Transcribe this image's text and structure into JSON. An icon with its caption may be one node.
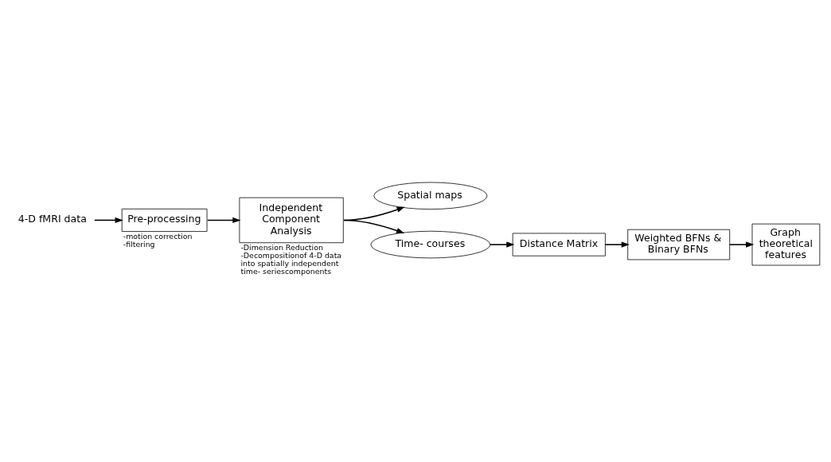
{
  "diagram": {
    "nodes": [
      {
        "text": [
          "4-D fMRI data"
        ]
      },
      {
        "text": [
          "Pre-processing"
        ],
        "beside": [
          "-motion correction",
          "-filtering"
        ]
      },
      {
        "text": [
          "Independent Component Analysis"
        ],
        "beside": [
          "-Dimension Reduction",
          "-Decompositionof 4-D data into spatially independent time- seriescomponents"
        ]
      },
      {
        "text": [
          "Spatial maps"
        ]
      },
      {
        "text": [
          "Time- courses"
        ]
      },
      {
        "text": [
          "Distance Matrix"
        ]
      },
      {
        "text": [
          "Weighted BFNs & Binary BFNs"
        ]
      },
      {
        "text": [
          "Graph theoretical features"
        ]
      }
    ],
    "edges": [
      {
        "from": 0,
        "to": 1,
        "arrow": "to"
      },
      {
        "from": 1,
        "to": 2,
        "arrow": "to"
      },
      {
        "from": 2,
        "to": 3,
        "arrow": "to"
      },
      {
        "from": 2,
        "to": 4,
        "arrow": "to"
      },
      {
        "from": 4,
        "to": 5,
        "arrow": "to"
      },
      {
        "from": 5,
        "to": 6,
        "arrow": "to"
      },
      {
        "from": 6,
        "to": 7,
        "arrow": "to"
      }
    ]
  }
}
